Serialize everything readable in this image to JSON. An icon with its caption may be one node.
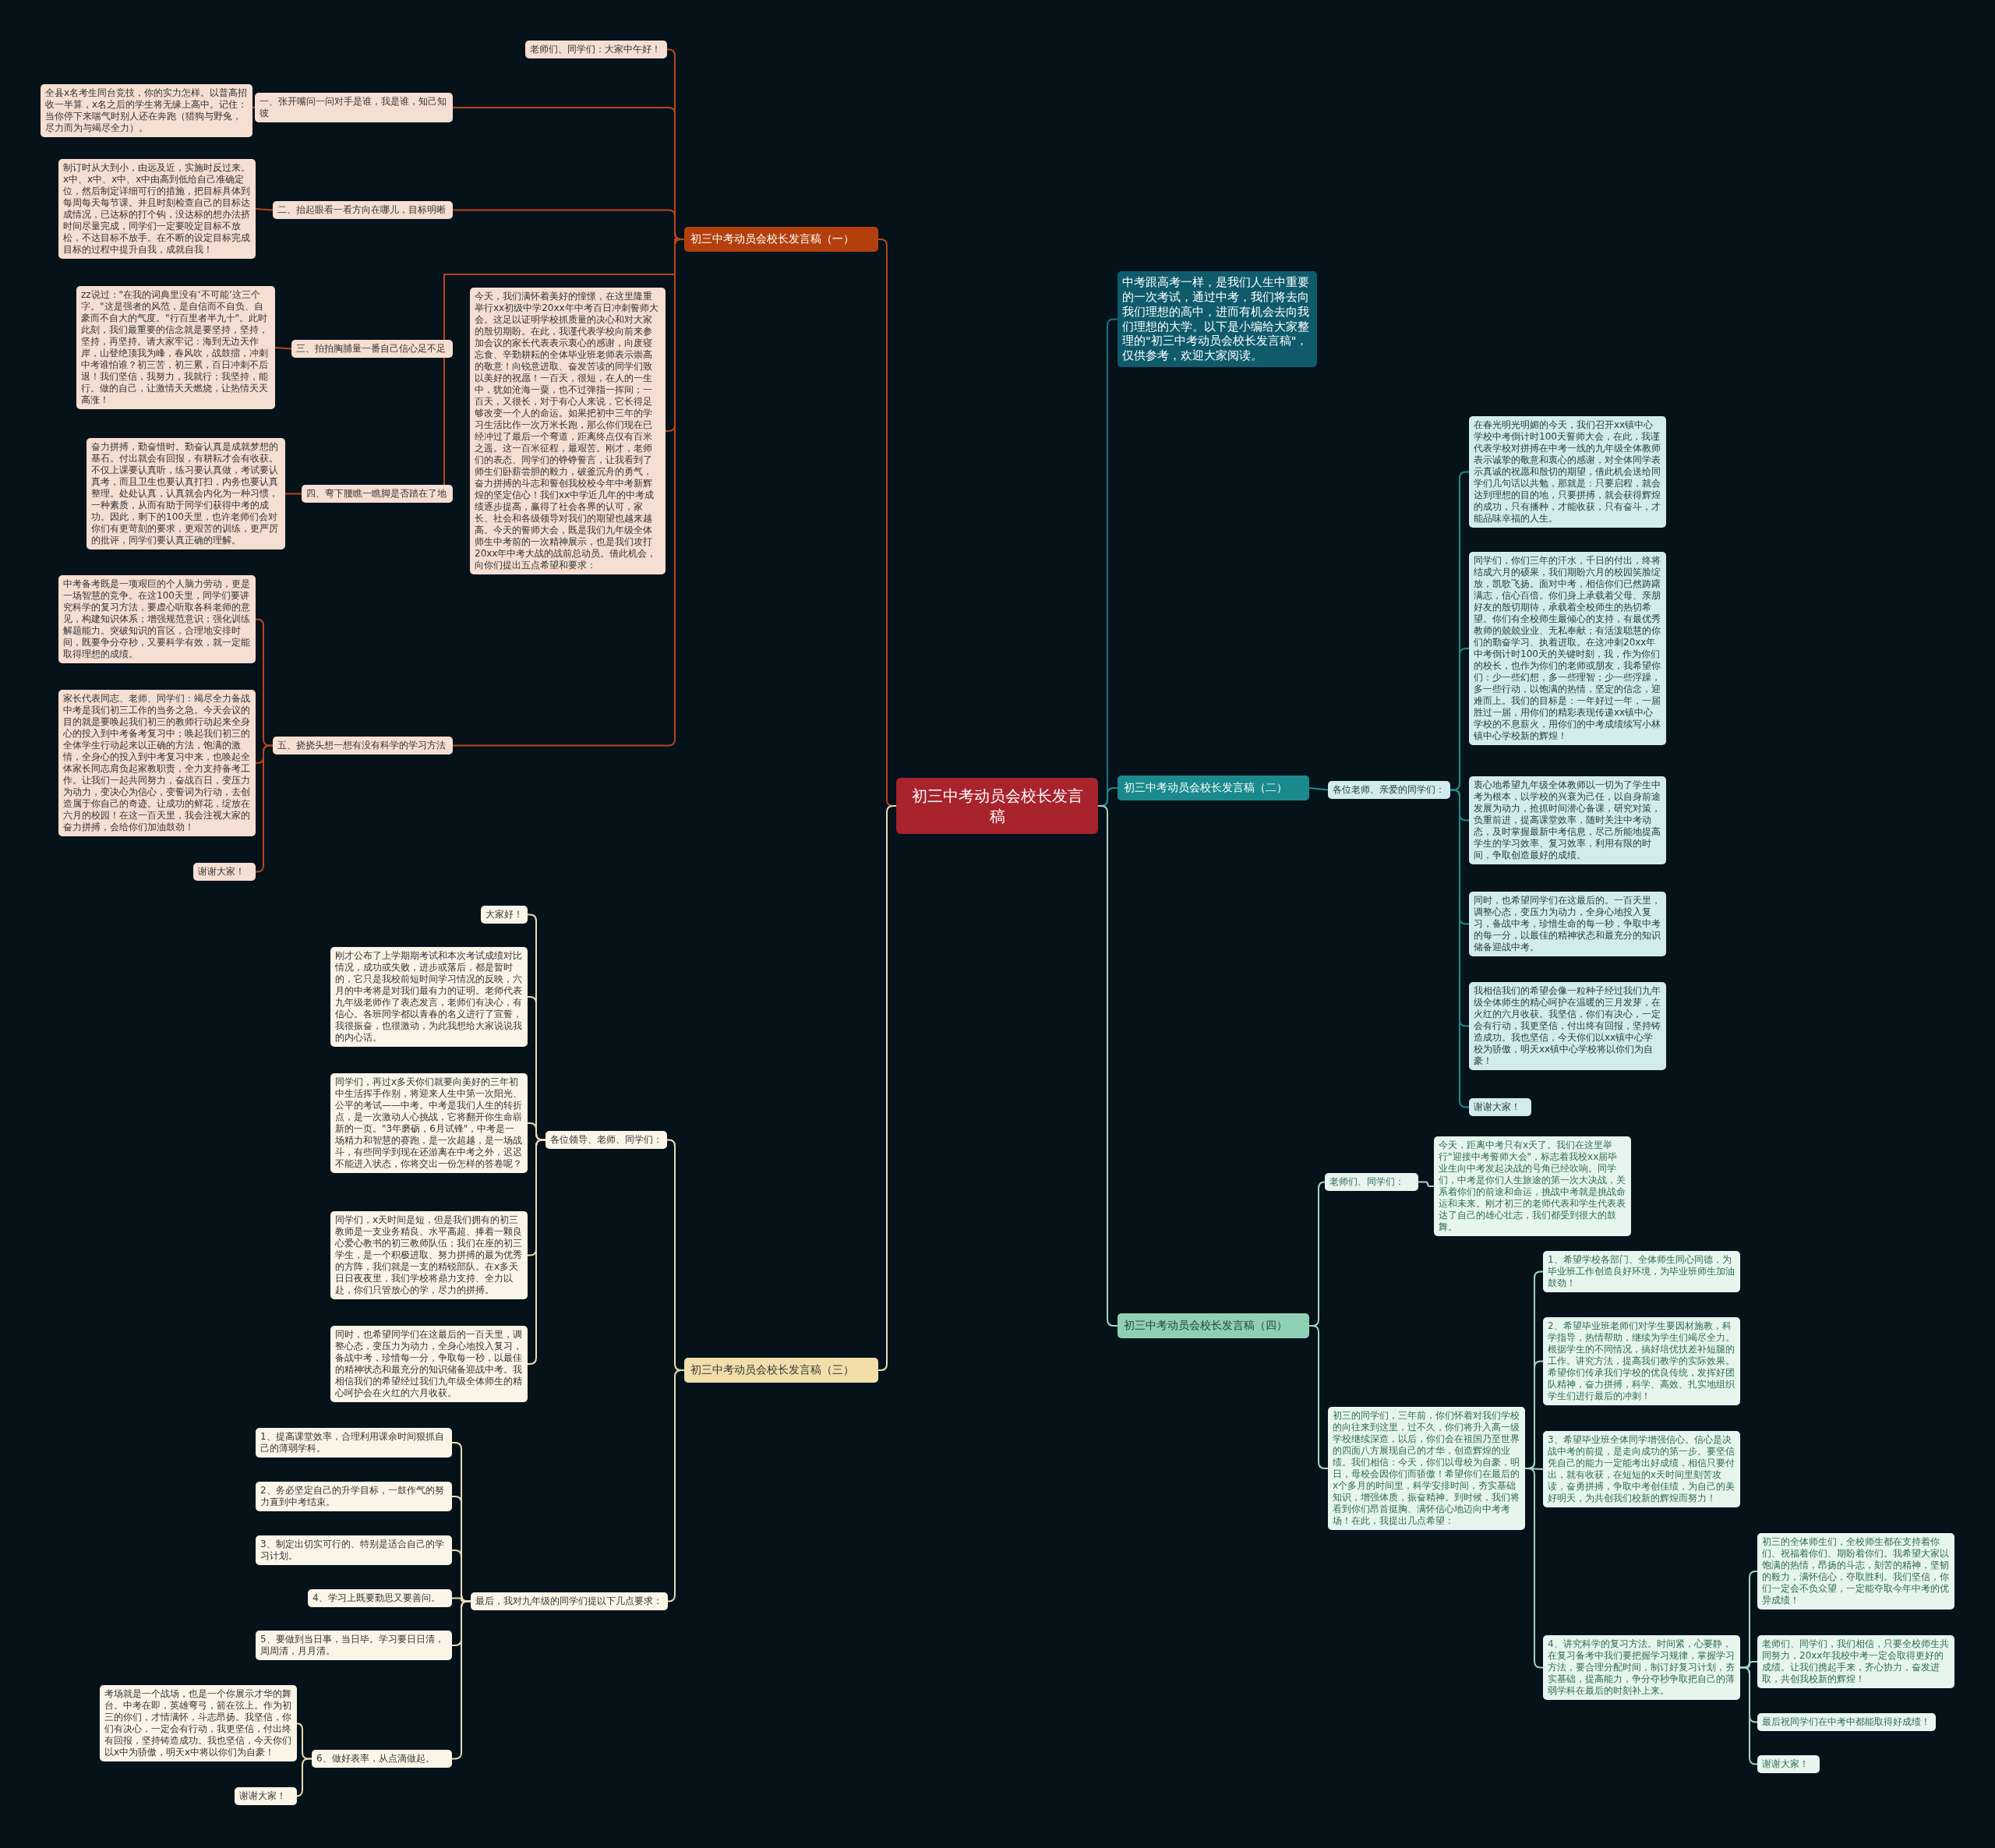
{
  "diagram": {
    "nodes": [
      {
        "text": [
          "初三中考动员会校长发言稿"
        ]
      },
      {
        "text": [
          "初三中考动员会校长发言稿（一）"
        ]
      },
      {
        "text": [
          "老师们、同学们：大家中午好！"
        ]
      },
      {
        "text": [
          "一、张开嘴问一问对手是谁，我是谁，知己知彼"
        ]
      },
      {
        "text": [
          "全县x名考生同台竞技，你的实力怎样。以普高招收一半算，x名之后的学生将无缘上高中。记住：当你停下来喘气时别人还在奔跑（猎狗与野兔，尽力而为与竭尽全力）。"
        ]
      },
      {
        "text": [
          "二、抬起眼看一看方向在哪儿，目标明晰"
        ]
      },
      {
        "text": [
          "制订时从大到小，由远及近，实施时反过来。x中、x中、x中、x中由高到低给自己准确定位，然后制定详细可行的措施，把目标具体到每周每天每节课。并且时刻检查自己的目标达成情况，已达标的打个钩，没达标的想办法挤时间尽量完成，同学们一定要咬定目标不放松，不达目标不放手。在不断的设定目标完成目标的过程中提升自我，成就自我！"
        ]
      },
      {
        "text": [
          "三、拍拍胸脯量一番自己信心足不足"
        ]
      },
      {
        "text": [
          "zz说过：\"在我的词典里没有‘不可能’这三个字。\"这是强者的风范，是自信而不自负、自豪而不自大的气度。\"行百里者半九十\"。此时此刻，我们最重要的信念就是要坚持，坚持，坚持，再坚持。请大家牢记：海到无边天作岸，山登绝顶我为峰，春风吹，战鼓擂，冲刺中考谁怕谁？初三苦，初三累，百日冲刺不后退！我们坚信，我努力，我就行；我坚持，能行。做的自己，让激情天天燃烧，让热情天天高涨！"
        ]
      },
      {
        "text": [
          "四、弯下腰瞧一瞧脚是否踏在了地"
        ]
      },
      {
        "text": [
          "奋力拼搏，勤奋惜时。勤奋认真是成就梦想的基石。付出就会有回报，有耕耘才会有收获。不仅上课要认真听，练习要认真做，考试要认真考，而且卫生也要认真打扫，内务也要认真整理。处处认真，认真就会内化为一种习惯，一种素质，从而有助于同学们获得中考的成功。因此，剩下的100天里，也许老师们会对你们有更苛刻的要求，更艰苦的训练，更严厉的批评，同学们要认真正确的理解。"
        ]
      },
      {
        "text": [
          "今天，我们满怀着美好的憧憬，在这里隆重举行xx初级中学20xx年中考百日冲刺誓师大会。这足以证明学校抓质量的决心和对大家的殷切期盼。在此，我谨代表学校向前来参加会议的家长代表表示衷心的感谢，向废寝忘食、辛勤耕耘的全体毕业班老师表示崇高的敬意！向锐意进取、奋发苦读的同学们致以美好的祝愿！一百天，很短，在人的一生中，犹如沧海一粟，也不过弹指一挥间；一百天，又很长，对于有心人来说，它长得足够改变一个人的命运。如果把初中三年的学习生活比作一次万米长跑，那么你们现在已经冲过了最后一个弯道，距离终点仅有百米之遥。这一百米征程，最艰苦。刚才，老师们的表态、同学们的铮铮誓言，让我看到了师生们卧薪尝胆的毅力，破釜沉舟的勇气，奋力拼搏的斗志和誓创我校校今年中考新辉煌的坚定信心！我们xx中学近几年的中考成绩逐步提高，赢得了社会各界的认可，家长、社会和各级领导对我们的期望也越来越高。今天的誓师大会，既是我们九年级全体师生中考前的一次精神展示，也是我们攻打20xx年中考大战的战前总动员。借此机会，向你们提出五点希望和要求："
        ]
      },
      {
        "text": [
          "五、挠挠头想一想有没有科学的学习方法"
        ]
      },
      {
        "text": [
          "中考备考既是一项艰巨的个人脑力劳动，更是一场智慧的竞争。在这100天里，同学们要讲究科学的复习方法，要虚心听取各科老师的意见，构建知识体系；增强规范意识；强化训练解题能力。突破知识的盲区，合理地安排时间，既要争分夺秒，又要科学有效，就一定能取得理想的成绩。"
        ]
      },
      {
        "text": [
          "家长代表同志、老师、同学们：竭尽全力备战中考是我们初三工作的当务之急。今天会议的目的就是要唤起我们初三的教师行动起来全身心的投入到中考备考复习中；唤起我们初三的全体学生行动起来以正确的方法，饱满的激情，全身心的投入到中考复习中来，也唤起全体家长同志肩负起家教职责，全力支持备考工作。让我们一起共同努力，奋战百日，变压力为动力，变决心为信心，变誓词为行动，去创造属于你自己的奇迹。让成功的鲜花，绽放在六月的校园！在这一百天里，我会注视大家的奋力拼搏，会给你们加油鼓劲！"
        ]
      },
      {
        "text": [
          "谢谢大家！"
        ]
      },
      {
        "text": [
          "中考跟高考一样，是我们人生中重要的一次考试，通过中考，我们将去向我们理想的高中，进而有机会去向我们理想的大学。以下是小编给大家整理的\"初三中考动员会校长发言稿\"，仅供参考，欢迎大家阅读。"
        ]
      },
      {
        "text": [
          "初三中考动员会校长发言稿（二）"
        ]
      },
      {
        "text": [
          "各位老师、亲爱的同学们："
        ]
      },
      {
        "text": [
          "在春光明光明媚的今天，我们召开xx镇中心学校中考倒计时100天誓师大会，在此，我谨代表学校对拼搏在中考一线的九年级全体教师表示诚挚的敬意和衷心的感谢，对全体同学表示真诚的祝愿和殷切的期望，借此机会送给同学们几句话以共勉，那就是：只要启程，就会达到理想的目的地，只要拼搏，就会获得辉煌的成功，只有播种，才能收获，只有奋斗，才能品味幸福的人生。"
        ]
      },
      {
        "text": [
          "同学们，你们三年的汗水，千日的付出，终将结成六月的硕果，我们期盼六月的校园笑脸绽放，凯歌飞扬。面对中考，相信你们已然踌躇满志，信心百倍。你们身上承载着父母、亲朋好友的殷切期待，承载着全校师生的热切希望。你们有全校师生最倾心的支持，有最优秀教师的兢兢业业、无私奉献；有活泼聪慧的你们的勤奋学习、执着进取。在这冲刺20xx年中考倒计时100天的关键时刻，我，作为你们的校长，也作为你们的老师或朋友，我希望你们：少一些幻想，多一些理智；少一些浮躁，多一些行动，以饱满的热情，坚定的信念，迎难而上。我们的目标是：一年好过一年，一届胜过一届，用你们的精彩表现传递xx镇中心学校的不息薪火，用你们的中考成绩续写小林镇中心学校新的辉煌！"
        ]
      },
      {
        "text": [
          "衷心地希望九年级全体教师以一切为了学生中考为根本，以学校的兴衰为己任，以自身前途发展为动力，抢抓时间潜心备课，研究对策，负重前进，提高课堂效率，随时关注中考动态，及时掌握最新中考信息，尽己所能地提高学生的学习效率、复习效率，利用有限的时间，争取创造最好的成绩。"
        ]
      },
      {
        "text": [
          "同时，也希望同学们在这最后的。一百天里，调整心态，变压力为动力，全身心地投入复习，备战中考，珍惜生命的每一秒，争取中考的每一分，以最佳的精神状态和最充分的知识储备迎战中考。"
        ]
      },
      {
        "text": [
          "我相信我们的希望会像一粒种子经过我们九年级全体师生的精心呵护在温暖的三月发芽，在火红的六月收获。我坚信，你们有决心，一定会有行动，我更坚信，付出终有回报，坚持铸造成功。我也坚信，今天你们以xx镇中心学校为骄傲，明天xx镇中心学校将以你们为自豪！"
        ]
      },
      {
        "text": [
          "谢谢大家！"
        ]
      },
      {
        "text": [
          "初三中考动员会校长发言稿（四）"
        ]
      },
      {
        "text": [
          "老师们、同学们："
        ]
      },
      {
        "text": [
          "今天，距离中考只有x天了。我们在这里举行\"迎接中考誓师大会\"，标志着我校xx届毕业生向中考发起决战的号角已经吹响。同学们，中考是你们人生旅途的第一次大决战，关系着你们的前途和命运，挑战中考就是挑战命运和未来。刚才初三的老师代表和学生代表表达了自己的雄心壮志，我们都受到很大的鼓舞。"
        ]
      },
      {
        "text": [
          "初三的同学们，三年前，你们怀着对我们学校的向往来到这里，过不久，你们将升入高一级学校继续深造，以后，你们会在祖国乃至世界的四面八方展现自己的才华，创造辉煌的业绩。我们相信：今天，你们以母校为自豪，明日，母校会因你们而骄傲！希望你们在最后的x个多月的时间里，科学安排时间，夯实基础知识，增强体质，振奋精神。到时候，我们将看到你们昂首挺胸、满怀信心地迈向中考考场！在此，我提出几点希望："
        ]
      },
      {
        "text": [
          "1、希望学校各部门、全体师生同心同德，为毕业班工作创造良好环境，为毕业班师生加油鼓劲！"
        ]
      },
      {
        "text": [
          "2、希望毕业班老师们对学生要因材施教，科学指导，热情帮助，继续为学生们竭尽全力。根据学生的不同情况，搞好培优扶差补短腿的工作。讲究方法，提高我们教学的实际效果。希望你们传承我们学校的优良传统，发挥好团队精神，奋力拼搏，科学、高效、扎实地组织学生们进行最后的冲刺！"
        ]
      },
      {
        "text": [
          "3、希望毕业班全体同学增强信心。信心是决战中考的前提，是走向成功的第一步。要坚信凭自己的能力一定能考出好成绩，相信只要付出，就有收获，在短短的x天时间里刻苦攻读，奋勇拼搏，争取中考创佳绩，为自己的美好明天，为共创我们校新的辉煌而努力！"
        ]
      },
      {
        "text": [
          "4、讲究科学的复习方法。时间紧，心要静，在复习备考中我们要把握学习规律，掌握学习方法，要合理分配时间，制订好复习计划，夯实基础，提高能力，争分夺秒争取把自己的薄弱学科在最后的时刻补上来。"
        ]
      },
      {
        "text": [
          "初三的全体师生们，全校师生都在支持着你们、祝福着你们、期盼着你们。我希望大家以饱满的热情，昂扬的斗志，刻苦的精神，坚韧的毅力，满怀信心，夺取胜利。我们坚信，你们一定会不负众望，一定能夺取今年中考的优异成绩！"
        ]
      },
      {
        "text": [
          "老师们、同学们，我们相信，只要全校师生共同努力，20xx年我校中考一定会取得更好的成绩。让我们携起手来，齐心协力，奋发进取，共创我校新的辉煌！"
        ]
      },
      {
        "text": [
          "最后祝同学们在中考中都能取得好成绩！"
        ]
      },
      {
        "text": [
          "谢谢大家！"
        ]
      },
      {
        "text": [
          "初三中考动员会校长发言稿（三）"
        ]
      },
      {
        "text": [
          "各位领导、老师、同学们："
        ]
      },
      {
        "text": [
          "大家好！"
        ]
      },
      {
        "text": [
          "刚才公布了上学期期考试和本次考试成绩对比情况，成功或失败，进步或落后，都是暂时的，它只是我校前短时间学习情况的反映，六月的中考将是对我们最有力的证明。老师代表九年级老师作了表态发言，老师们有决心，有信心。各班同学都以青春的名义进行了宣誓，我很振奋，也很激动，为此我想给大家说说我的内心话。"
        ]
      },
      {
        "text": [
          "同学们，再过x多天你们就要向美好的三年初中生活挥手作别，将迎来人生中第一次阳光、公平的考试——中考。中考是我们人生的转折点，是一次激动人心挑战，它将翻开你生命崭新的一页。\"3年磨砺，6月试锋\"，中考是一场精力和智慧的赛跑，是一次超越，是一场战斗，有些同学到现在还游离在中考之外，迟迟不能进入状态，你将交出一份怎样的答卷呢？"
        ]
      },
      {
        "text": [
          "同学们，x天时间是短，但是我们拥有的初三教师是一支业务精良、水平高超、捧着一颗良心爱心教书的初三教师队伍；我们在座的初三学生，是一个积极进取、努力拼搏的最为优秀的方阵，我们就是一支的精锐部队。在x多天日日夜夜里，我们学校将鼎力支持、全力以赴，你们只管放心的学，尽力的拼搏。"
        ]
      },
      {
        "text": [
          "同时，也希望同学们在这最后的一百天里，调整心态，变压力为动力，全身心地投入复习，备战中考，珍惜每一分，争取每一秒，以最佳的精神状态和最充分的知识储备迎战中考。我相信我们的希望经过我们九年级全体师生的精心呵护会在火红的六月收获。"
        ]
      },
      {
        "text": [
          "最后，我对九年级的同学们提以下几点要求："
        ]
      },
      {
        "text": [
          "1、提高课堂效率，合理利用课余时间狠抓自己的薄弱学科。"
        ]
      },
      {
        "text": [
          "2、务必坚定自己的升学目标，一鼓作气的努力直到中考结束。"
        ]
      },
      {
        "text": [
          "3、制定出切实可行的、特别是适合自己的学习计划。"
        ]
      },
      {
        "text": [
          "4、学习上既要勤思又要善问。"
        ]
      },
      {
        "text": [
          "5、要做到当日事，当日毕。学习要日日清，周周清，月月清。"
        ]
      },
      {
        "text": [
          "6、做好表率，从点滴做起。"
        ]
      },
      {
        "text": [
          "考场就是一个战场，也是一个你展示才华的舞台。中考在即，英雄弯弓，箭在弦上。作为初三的你们，才情满怀，斗志昂扬。我坚信，你们有决心，一定会有行动，我更坚信，付出终有回报，坚持铸造成功。我也坚信，今天你们以x中为骄傲，明天x中将以你们为自豪！"
        ]
      },
      {
        "text": [
          "谢谢大家！"
        ]
      }
    ],
    "edges": [
      {
        "from": 0,
        "to": 1,
        "arrow": "none",
        "color": "#b5461a"
      },
      {
        "from": 1,
        "to": 2,
        "arrow": "none",
        "color": "#b5461a"
      },
      {
        "from": 1,
        "to": 3,
        "arrow": "none",
        "color": "#b5461a"
      },
      {
        "from": 3,
        "to": 4,
        "arrow": "none",
        "color": "#b5461a"
      },
      {
        "from": 1,
        "to": 5,
        "arrow": "none",
        "color": "#b5461a"
      },
      {
        "from": 5,
        "to": 6,
        "arrow": "none",
        "color": "#b5461a"
      },
      {
        "from": 1,
        "to": 7,
        "arrow": "none",
        "color": "#b5461a"
      },
      {
        "from": 7,
        "to": 8,
        "arrow": "none",
        "color": "#b5461a"
      },
      {
        "from": 1,
        "to": 9,
        "arrow": "none",
        "color": "#b5461a"
      },
      {
        "from": 9,
        "to": 10,
        "arrow": "none",
        "color": "#b5461a"
      },
      {
        "from": 1,
        "to": 11,
        "arrow": "none",
        "color": "#b5461a"
      },
      {
        "from": 1,
        "to": 12,
        "arrow": "none",
        "color": "#b5461a"
      },
      {
        "from": 12,
        "to": 13,
        "arrow": "none",
        "color": "#b5461a"
      },
      {
        "from": 12,
        "to": 14,
        "arrow": "none",
        "color": "#b5461a"
      },
      {
        "from": 12,
        "to": 15,
        "arrow": "none",
        "color": "#b5461a"
      },
      {
        "from": 0,
        "to": 16,
        "arrow": "none",
        "color": "#1f6f7c"
      },
      {
        "from": 0,
        "to": 17,
        "arrow": "none",
        "color": "#1f8a8c"
      },
      {
        "from": 17,
        "to": 18,
        "arrow": "none",
        "color": "#1f8a8c"
      },
      {
        "from": 18,
        "to": 19,
        "arrow": "none",
        "color": "#1f8a8c"
      },
      {
        "from": 18,
        "to": 20,
        "arrow": "none",
        "color": "#1f8a8c"
      },
      {
        "from": 18,
        "to": 21,
        "arrow": "none",
        "color": "#1f8a8c"
      },
      {
        "from": 18,
        "to": 22,
        "arrow": "none",
        "color": "#1f8a8c"
      },
      {
        "from": 18,
        "to": 23,
        "arrow": "none",
        "color": "#1f8a8c"
      },
      {
        "from": 18,
        "to": 24,
        "arrow": "none",
        "color": "#1f8a8c"
      },
      {
        "from": 0,
        "to": 25,
        "arrow": "none",
        "color": "#9fd6c0"
      },
      {
        "from": 25,
        "to": 26,
        "arrow": "none",
        "color": "#9fd6c0"
      },
      {
        "from": 26,
        "to": 27,
        "arrow": "none",
        "color": "#9fd6c0"
      },
      {
        "from": 25,
        "to": 28,
        "arrow": "none",
        "color": "#9fd6c0"
      },
      {
        "from": 28,
        "to": 29,
        "arrow": "none",
        "color": "#9fd6c0"
      },
      {
        "from": 28,
        "to": 30,
        "arrow": "none",
        "color": "#9fd6c0"
      },
      {
        "from": 28,
        "to": 31,
        "arrow": "none",
        "color": "#9fd6c0"
      },
      {
        "from": 28,
        "to": 32,
        "arrow": "none",
        "color": "#9fd6c0"
      },
      {
        "from": 32,
        "to": 33,
        "arrow": "none",
        "color": "#9fd6c0"
      },
      {
        "from": 32,
        "to": 34,
        "arrow": "none",
        "color": "#9fd6c0"
      },
      {
        "from": 32,
        "to": 35,
        "arrow": "none",
        "color": "#9fd6c0"
      },
      {
        "from": 32,
        "to": 36,
        "arrow": "none",
        "color": "#9fd6c0"
      },
      {
        "from": 0,
        "to": 37,
        "arrow": "none"
      },
      {
        "from": 37,
        "to": 38,
        "arrow": "none"
      },
      {
        "from": 38,
        "to": 39,
        "arrow": "none"
      },
      {
        "from": 38,
        "to": 40,
        "arrow": "none"
      },
      {
        "from": 38,
        "to": 41,
        "arrow": "none"
      },
      {
        "from": 38,
        "to": 42,
        "arrow": "none"
      },
      {
        "from": 38,
        "to": 43,
        "arrow": "none"
      },
      {
        "from": 37,
        "to": 44,
        "arrow": "none"
      },
      {
        "from": 44,
        "to": 45,
        "arrow": "none"
      },
      {
        "from": 44,
        "to": 46,
        "arrow": "none"
      },
      {
        "from": 44,
        "to": 47,
        "arrow": "none"
      },
      {
        "from": 44,
        "to": 48,
        "arrow": "none"
      },
      {
        "from": 44,
        "to": 49,
        "arrow": "none"
      },
      {
        "from": 44,
        "to": 50,
        "arrow": "none"
      },
      {
        "from": 50,
        "to": 51,
        "arrow": "none"
      },
      {
        "from": 50,
        "to": 52,
        "arrow": "none"
      }
    ]
  }
}
